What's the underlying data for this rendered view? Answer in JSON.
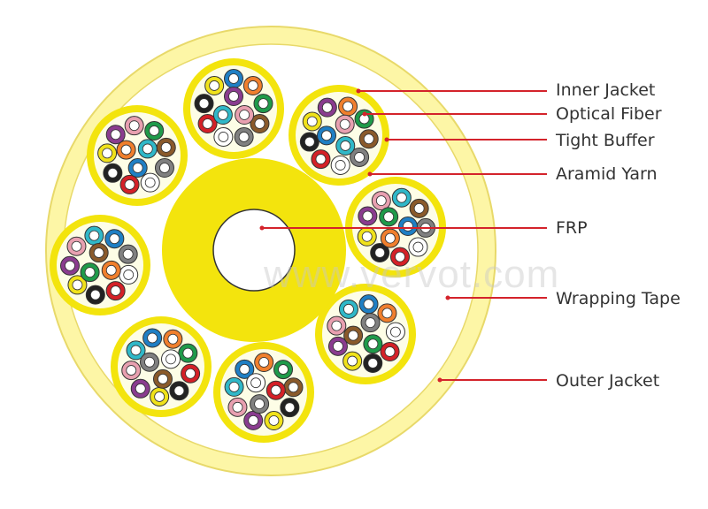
{
  "labels": {
    "inner_jacket": "Inner Jacket",
    "optical_fiber": "Optical Fiber",
    "tight_buffer": "Tight Buffer",
    "aramid_yarn": "Aramid Yarn",
    "frp": "FRP",
    "wrapping_tape": "Wrapping Tape",
    "outer_jacket": "Outer Jacket"
  },
  "watermark": "www.vervot.com",
  "colors": {
    "outer_jacket": "#fdf6a6",
    "outer_jacket_stroke": "#e8d96a",
    "wrapping_tape": "#ffffff",
    "subunit_jacket": "#f3e40d",
    "aramid_yarn": "#fdfde6",
    "frp_ring": "#f3e40d",
    "leader_line": "#d4232b",
    "fiber_colors": [
      "#1f7fc4",
      "#f07f2d",
      "#1f9a4a",
      "#8a5a2b",
      "#808080",
      "#ffffff",
      "#d42027",
      "#222222",
      "#f0e21a",
      "#8a3c8f",
      "#e8a0b0",
      "#30b8c8"
    ]
  },
  "subunit_count": 8,
  "fibers_per_subunit": 12
}
